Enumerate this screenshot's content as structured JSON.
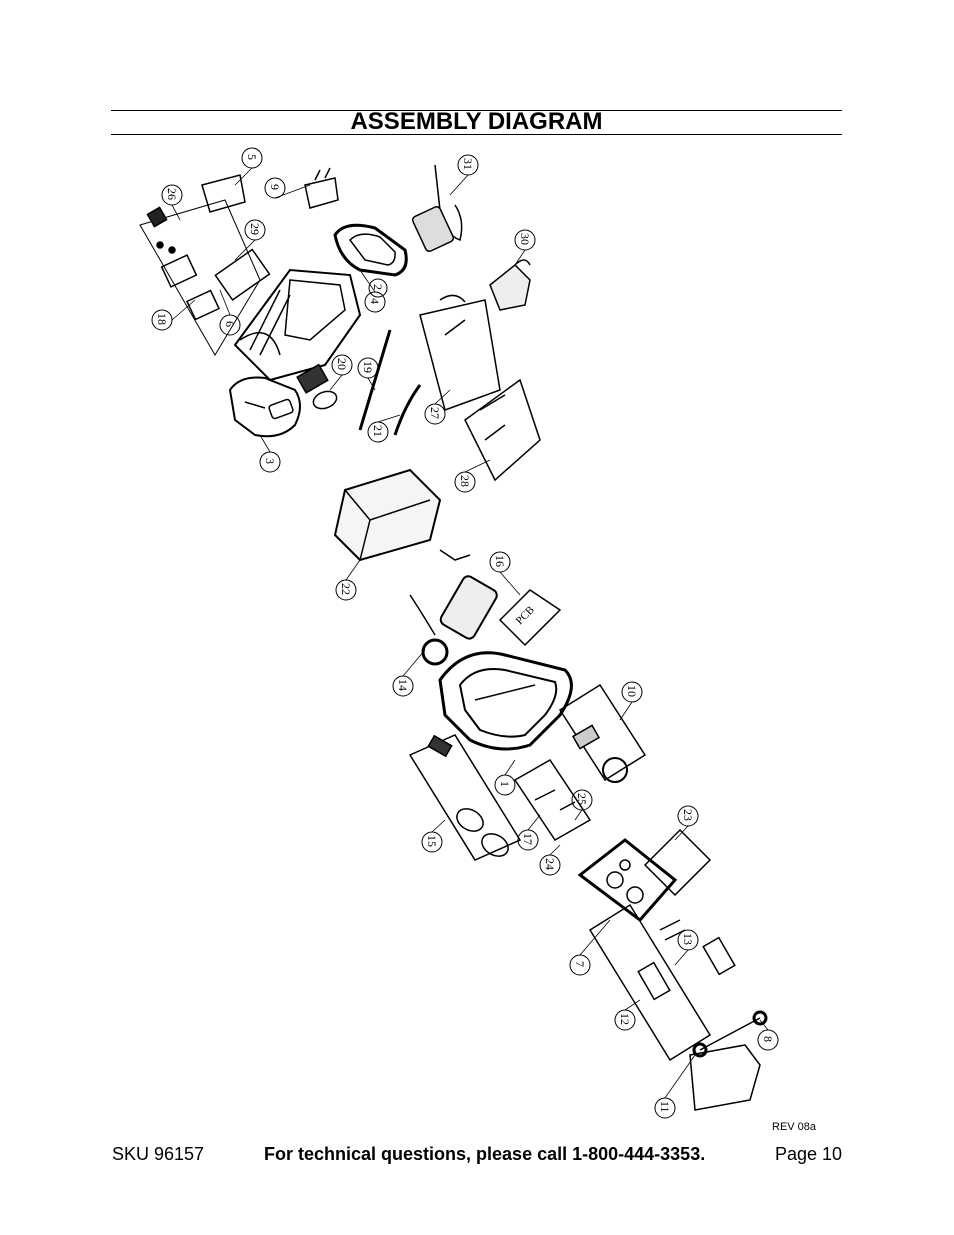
{
  "header": {
    "title": "ASSEMBLY DIAGRAM"
  },
  "diagram": {
    "callouts": [
      "1",
      "2",
      "3",
      "4",
      "5",
      "6",
      "7",
      "8",
      "9",
      "10",
      "11",
      "12",
      "13",
      "14",
      "15",
      "16",
      "17",
      "18",
      "19",
      "20",
      "21",
      "22",
      "23",
      "24",
      "25",
      "26",
      "27",
      "28",
      "29",
      "30",
      "31"
    ],
    "pcb_label": "PCB"
  },
  "revision": "REV 08a",
  "footer": {
    "sku": "SKU 96157",
    "technical": "For technical questions, please call 1-800-444-3353.",
    "page": "Page 10"
  }
}
